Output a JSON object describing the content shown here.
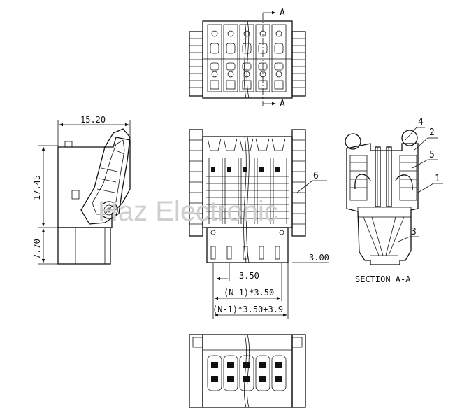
{
  "section_marks": {
    "top": "A",
    "bottom": "A"
  },
  "dimensions": {
    "width_side": "15.20",
    "height_upper": "17.45",
    "height_lower": "7.70",
    "pitch": "3.50",
    "offset": "3.00",
    "pitch_total": "(N-1)*3.50",
    "overall_width": "(N-1)*3.50+3.9"
  },
  "callouts": [
    "1",
    "2",
    "3",
    "4",
    "5",
    "6"
  ],
  "section_label": "SECTION A-A",
  "watermark": "Haz Electronic"
}
